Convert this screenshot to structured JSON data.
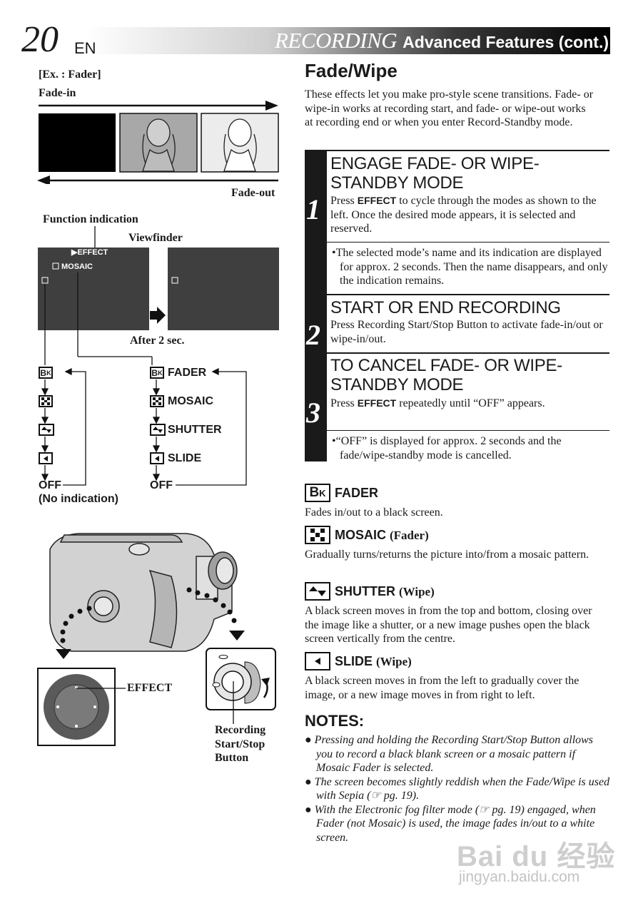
{
  "header": {
    "page_number": "20",
    "language": "EN",
    "section": "RECORDING",
    "title": "Advanced Features (cont.)"
  },
  "left": {
    "example_label": "[Ex. : Fader]",
    "fade_in_label": "Fade-in",
    "fade_out_label": "Fade-out",
    "function_indication_label": "Function indication",
    "viewfinder_label": "Viewfinder",
    "osd_effect": "▶EFFECT",
    "osd_mode": "MOSAIC",
    "after_label": "After 2 sec.",
    "cycle_icons_off": "OFF",
    "cycle_icons_off_note": "(No indication)",
    "cycle_named": [
      {
        "label": "FADER"
      },
      {
        "label": "MOSAIC"
      },
      {
        "label": "SHUTTER"
      },
      {
        "label": "SLIDE"
      },
      {
        "label": "OFF"
      }
    ],
    "effect_button_label": "EFFECT",
    "record_button_label_1": "Recording",
    "record_button_label_2": "Start/Stop",
    "record_button_label_3": "Button"
  },
  "right": {
    "heading": "Fade/Wipe",
    "intro": "These effects let you make pro-style scene transitions. Fade- or wipe-in works at recording start, and fade- or wipe-out works at recording end or when you enter Record-Standby mode.",
    "steps": [
      {
        "number": "1",
        "title": "ENGAGE FADE- OR WIPE-STANDBY MODE",
        "body_pre": "Press ",
        "body_bold": "EFFECT",
        "body_post": " to cycle through the modes as shown to the left. Once the desired mode appears, it is selected and reserved.",
        "note": "The selected mode’s name and its indication are displayed for approx. 2 seconds. Then the name disappears, and only the indication remains."
      },
      {
        "number": "2",
        "title": "START OR END RECORDING",
        "body": "Press Recording Start/Stop Button to activate fade-in/out or wipe-in/out."
      },
      {
        "number": "3",
        "title": "TO CANCEL FADE- OR WIPE-STANDBY MODE",
        "body_pre": "Press ",
        "body_bold": "EFFECT",
        "body_post": " repeatedly until “OFF” appears.",
        "note": "“OFF” is displayed for approx. 2 seconds and the fade/wipe-standby mode is cancelled."
      }
    ],
    "modes": [
      {
        "name": "FADER",
        "type": "",
        "desc": "Fades in/out to a black screen."
      },
      {
        "name": "MOSAIC",
        "type": "(Fader)",
        "desc": "Gradually turns/returns the picture into/from a mosaic pattern."
      },
      {
        "name": "SHUTTER",
        "type": "(Wipe)",
        "desc": "A black screen moves in from the top and bottom, closing over the image like a shutter, or a new image pushes open the black screen vertically from the centre."
      },
      {
        "name": "SLIDE",
        "type": "(Wipe)",
        "desc": "A black screen moves in from the left to gradually cover the image, or a new image moves in from right to left."
      }
    ],
    "notes_title": "NOTES:",
    "notes": [
      "Pressing and holding the Recording Start/Stop Button allows you to record a black blank screen or a mosaic pattern if Mosaic Fader is selected.",
      "The screen becomes slightly reddish when the Fade/Wipe is used with Sepia (☞ pg. 19).",
      "With the Electronic fog filter mode (☞ pg. 19) engaged, when Fader (not Mosaic) is used, the image fades in/out to a white screen."
    ]
  },
  "watermark": {
    "brand": "Bai du 经验",
    "url": "jingyan.baidu.com"
  }
}
